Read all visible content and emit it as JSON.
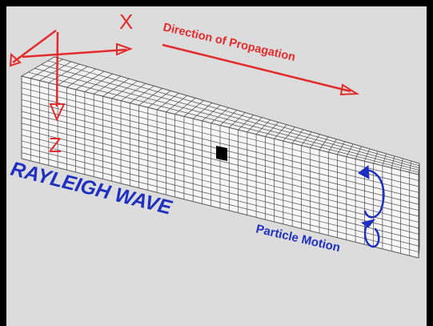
{
  "axes": {
    "x_label": "X",
    "z_label": "Z",
    "propagation_label": "Direction of Propagation"
  },
  "wave": {
    "title": "RAYLEIGH WAVE",
    "particle_motion_label": "Particle Motion"
  },
  "colors": {
    "background": "#dcdcdc",
    "axis_red": "#e42b2b",
    "label_blue": "#1f2fbf",
    "grid_line": "#4a4a4a",
    "face_fill": "#f6f6f6",
    "marker": "#000000"
  }
}
